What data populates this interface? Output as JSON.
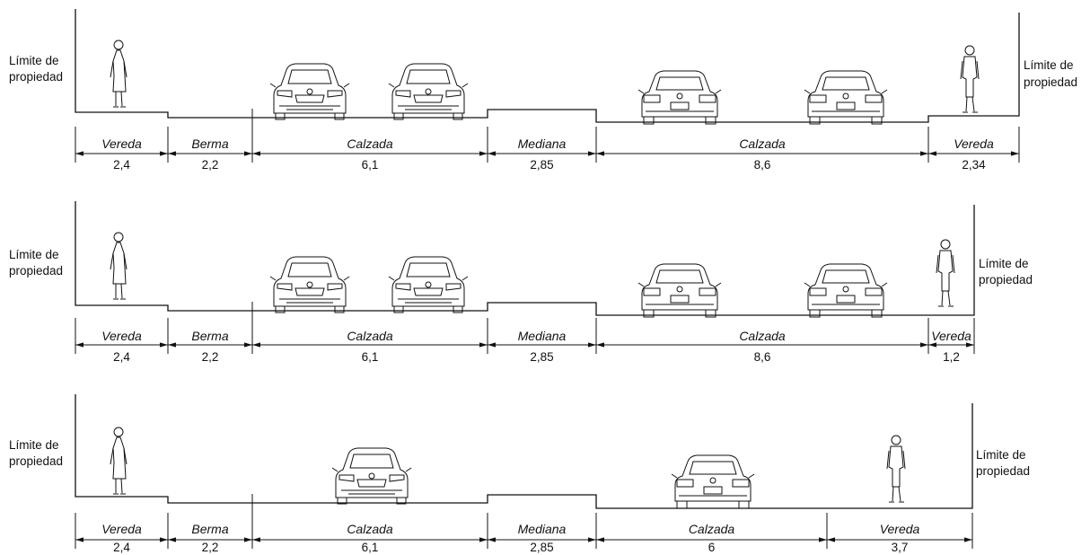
{
  "property_label": [
    "Límite de",
    "propiedad"
  ],
  "sections": [
    {
      "segments": [
        {
          "name": "Vereda",
          "value": "2,4"
        },
        {
          "name": "Berma",
          "value": "2,2"
        },
        {
          "name": "Calzada",
          "value": "6,1"
        },
        {
          "name": "Mediana",
          "value": "2,85"
        },
        {
          "name": "Calzada",
          "value": "8,6"
        },
        {
          "name": "Vereda",
          "value": "2,34"
        }
      ]
    },
    {
      "segments": [
        {
          "name": "Vereda",
          "value": "2,4"
        },
        {
          "name": "Berma",
          "value": "2,2"
        },
        {
          "name": "Calzada",
          "value": "6,1"
        },
        {
          "name": "Mediana",
          "value": "2,85"
        },
        {
          "name": "Calzada",
          "value": "8,6"
        },
        {
          "name": "Vereda",
          "value": "1,2"
        }
      ]
    },
    {
      "segments": [
        {
          "name": "Vereda",
          "value": "2,4"
        },
        {
          "name": "Berma",
          "value": "2,2"
        },
        {
          "name": "Calzada",
          "value": "6,1"
        },
        {
          "name": "Mediana",
          "value": "2,85"
        },
        {
          "name": "Calzada",
          "value": "6"
        },
        {
          "name": "Vereda",
          "value": "3,7"
        }
      ]
    }
  ]
}
